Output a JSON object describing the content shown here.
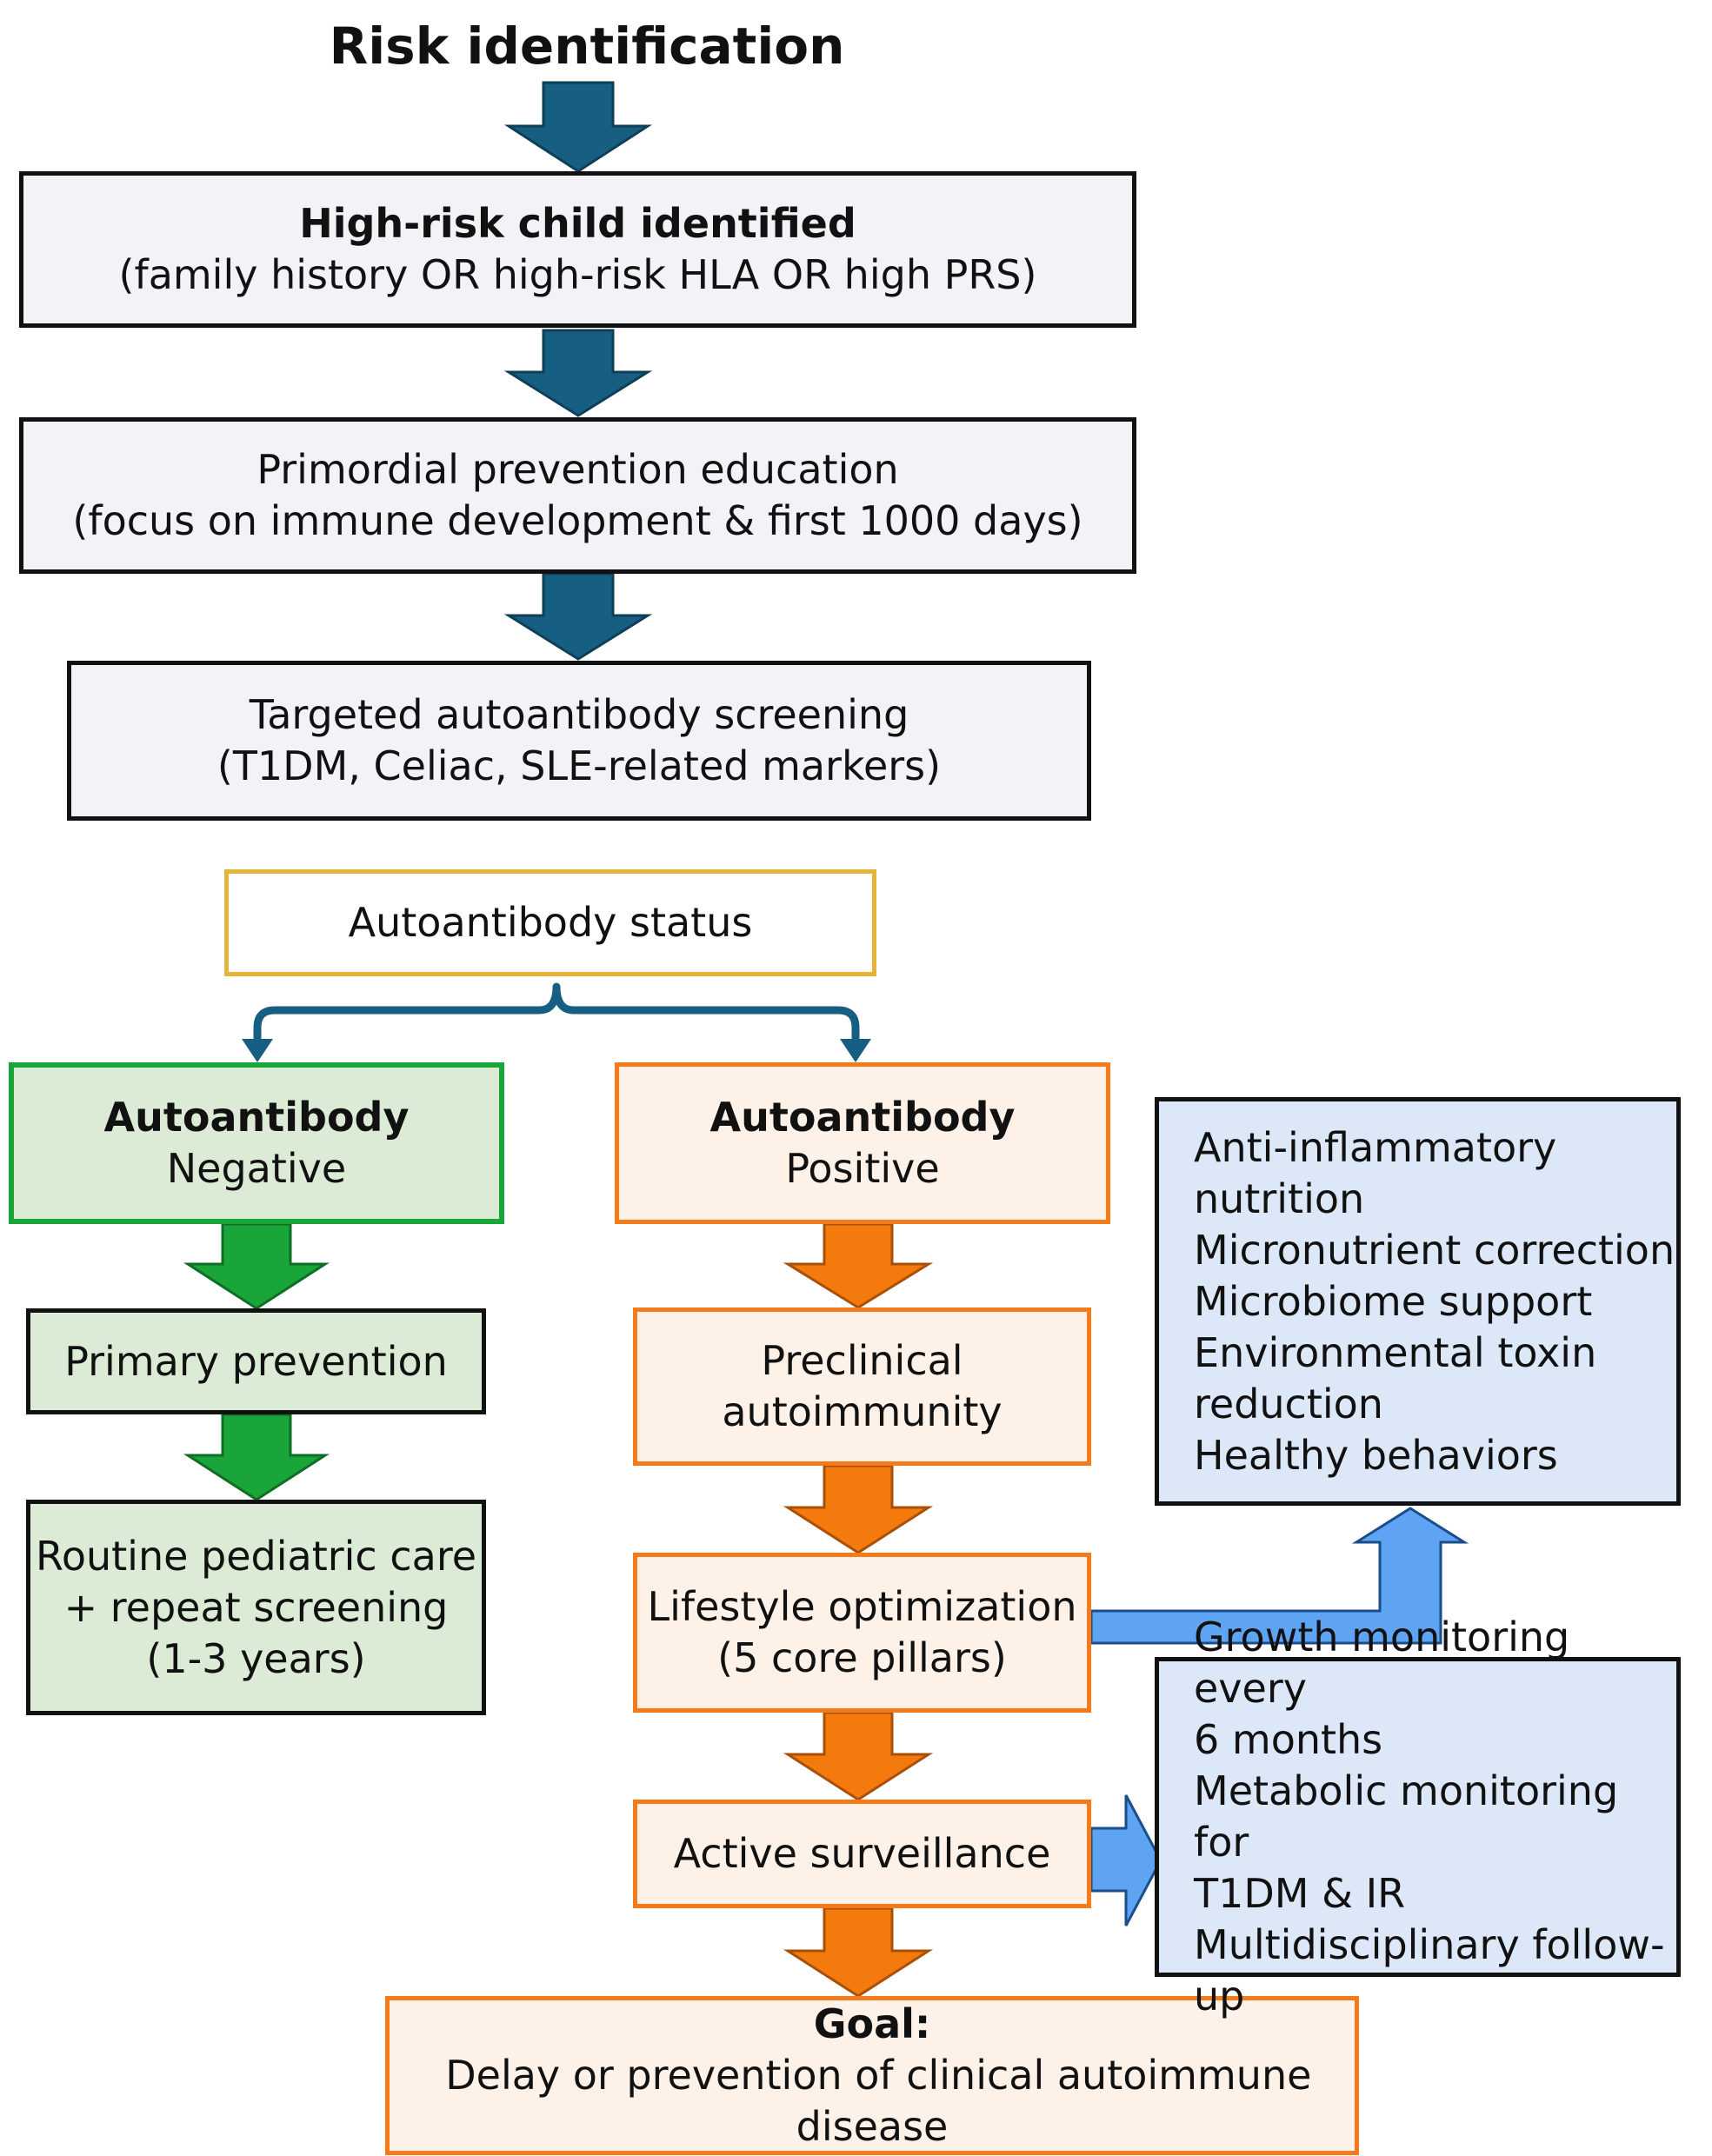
{
  "title": "Risk identification",
  "high_risk": {
    "heading": "High-risk child identified",
    "detail": "(family history OR high-risk HLA OR high PRS)"
  },
  "primordial": {
    "line1": "Primordial prevention education",
    "line2": "(focus on immune development & first 1000 days)"
  },
  "screening": {
    "line1": "Targeted autoantibody screening",
    "line2": "(T1DM, Celiac, SLE-related markers)"
  },
  "status": {
    "label": "Autoantibody status"
  },
  "negative": {
    "heading": "Autoantibody",
    "label": "Negative"
  },
  "positive": {
    "heading": "Autoantibody",
    "label": "Positive"
  },
  "primary_prevention": {
    "label": "Primary prevention"
  },
  "routine_care": {
    "line1": "Routine pediatric care",
    "line2": "+ repeat screening",
    "line3": "(1-3 years)"
  },
  "preclinical": {
    "line1": "Preclinical",
    "line2": "autoimmunity"
  },
  "lifestyle": {
    "line1": "Lifestyle optimization",
    "line2": "(5 core pillars)"
  },
  "surveillance": {
    "label": "Active surveillance"
  },
  "goal": {
    "bold": "Goal:",
    "line1_rest": " Delay or prevention of clinical autoimmune",
    "line2": "disease"
  },
  "pillars": {
    "lines": [
      "Anti-inflammatory",
      "nutrition",
      "Micronutrient correction",
      "Microbiome support",
      "Environmental toxin",
      "reduction",
      "Healthy behaviors"
    ]
  },
  "monitoring": {
    "lines": [
      "Growth monitoring every",
      "6 months",
      "Metabolic monitoring for",
      "T1DM & IR",
      "Multidisciplinary follow-up"
    ]
  },
  "colors": {
    "navy_arrow": "#175f82",
    "green_arrow": "#1aa53a",
    "orange_arrow": "#f57a0e",
    "blue_arrow": "#5ea4f2"
  }
}
